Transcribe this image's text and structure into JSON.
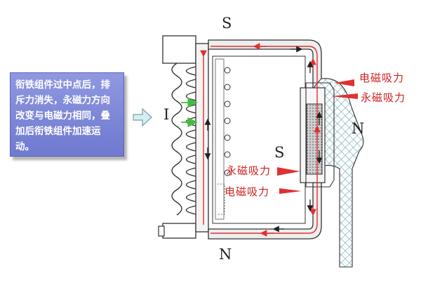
{
  "note": {
    "text": "衔铁组件过中点后，排斥力消失，永磁力方向改变与电磁力相同，叠加后衔铁组件加速运动。"
  },
  "labels": {
    "pole_top": "S",
    "pole_bottom": "N",
    "pole_right": "N",
    "pole_mid": "S",
    "coil_mark": "I",
    "force_em_top": "电磁吸力",
    "force_pm_top": "永磁吸力",
    "force_pm_bottom": "永磁吸力",
    "force_em_bottom": "电磁吸力"
  },
  "colors": {
    "flux_line": "#e03030",
    "arrow_dark": "#222222",
    "arrow_green": "#44bb44",
    "note_bg": "#7f88d8",
    "hatch": "#8ab9c4"
  }
}
